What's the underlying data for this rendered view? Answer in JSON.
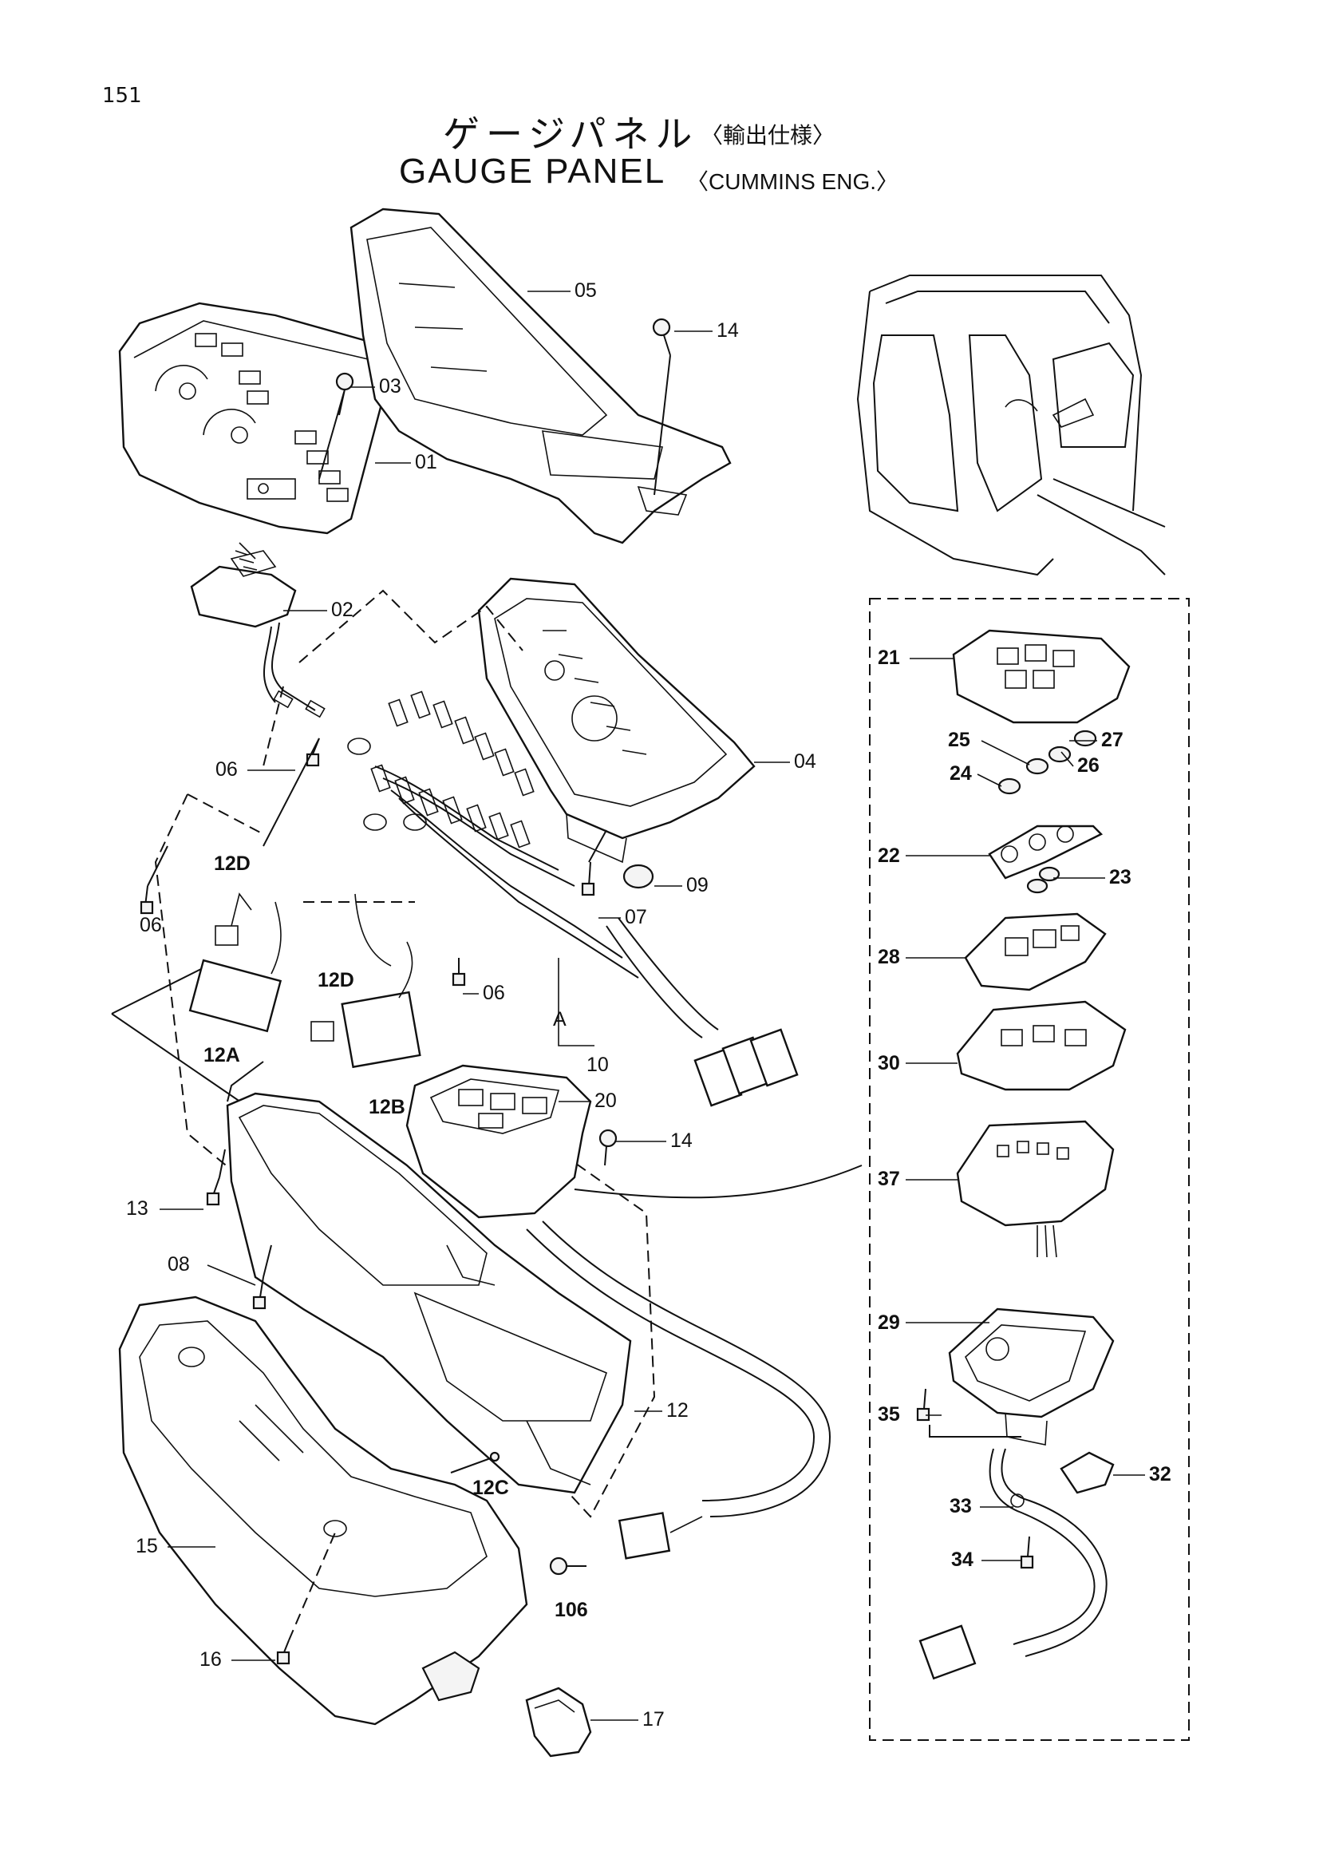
{
  "page": {
    "number": "151"
  },
  "title": {
    "jp": "ゲージパネル",
    "jp_sub": "〈輸出仕様〉",
    "en": "GAUGE PANEL",
    "en_sub": "〈CUMMINS ENG.〉"
  },
  "callouts": {
    "c01": "01",
    "c02": "02",
    "c03": "03",
    "c04": "04",
    "c05": "05",
    "c06a": "06",
    "c06b": "06",
    "c06c": "06",
    "c07": "07",
    "c08": "08",
    "c09": "09",
    "c10": "10",
    "c12": "12",
    "c12a": "12A",
    "c12b": "12B",
    "c12c": "12C",
    "c12d_a": "12D",
    "c12d_b": "12D",
    "c13": "13",
    "c14a": "14",
    "c14b": "14",
    "c15": "15",
    "c16": "16",
    "c17": "17",
    "c20": "20",
    "c21": "21",
    "c22": "22",
    "c23": "23",
    "c24": "24",
    "c25": "25",
    "c26": "26",
    "c27": "27",
    "c28": "28",
    "c29": "29",
    "c30": "30",
    "c32": "32",
    "c33": "33",
    "c34": "34",
    "c35": "35",
    "c37": "37",
    "c106": "106",
    "cA": "A"
  }
}
